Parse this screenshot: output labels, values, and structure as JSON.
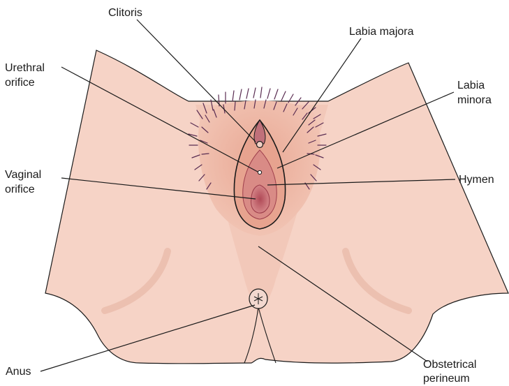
{
  "labels": {
    "clitoris": [
      "Clitoris"
    ],
    "labia_majora": [
      "Labia majora"
    ],
    "urethral_orifice": [
      "Urethral",
      "orifice"
    ],
    "labia_minora": [
      "Labia",
      "minora"
    ],
    "vaginal_orifice": [
      "Vaginal",
      "orifice"
    ],
    "hymen": [
      "Hymen"
    ],
    "anus": [
      "Anus"
    ],
    "obstetrical_perineum": [
      "Obstetrical",
      "perineum"
    ]
  },
  "colors": {
    "skin": "#f6d3c6",
    "skin_shade": "#eebcaa",
    "skin_dark": "#e0a58e",
    "hair": "#5a2d52",
    "mucosa": "#c0707a",
    "mucosa_dark": "#9e3f4c",
    "outline": "#1a1a1a"
  }
}
